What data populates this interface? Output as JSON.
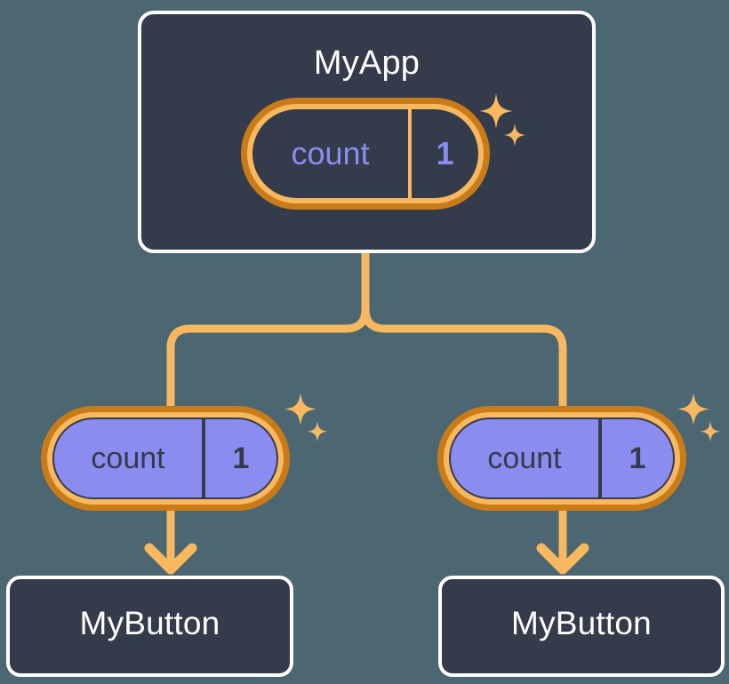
{
  "theme": {
    "background": "#4c6672",
    "box_fill": "#343c4b",
    "box_border": "#ffffff",
    "pill_outer_ring": "#c97b18",
    "pill_inner_ring": "#f7b860",
    "pill_violet_fill": "#8b8cf0",
    "accent_amber": "#f7b860",
    "text_light": "#ffffff",
    "text_periwinkle": "#8b8cf0",
    "text_dark": "#343c4b"
  },
  "diagram": {
    "type": "component-tree",
    "root": {
      "name": "root-component",
      "title": "MyApp",
      "state": {
        "key": "count",
        "value": "1",
        "style": "dark"
      },
      "sparkle": true
    },
    "children": [
      {
        "name": "child-component-left",
        "title": "MyButton",
        "state": {
          "key": "count",
          "value": "1",
          "style": "violet"
        },
        "sparkle": true
      },
      {
        "name": "child-component-right",
        "title": "MyButton",
        "state": {
          "key": "count",
          "value": "1",
          "style": "violet"
        },
        "sparkle": true
      }
    ],
    "edges": [
      {
        "name": "root-to-split",
        "kind": "branch"
      },
      {
        "name": "split-to-left-state",
        "kind": "branch"
      },
      {
        "name": "split-to-right-state",
        "kind": "branch"
      },
      {
        "name": "left-state-to-left-button",
        "kind": "arrow"
      },
      {
        "name": "right-state-to-right-button",
        "kind": "arrow"
      }
    ]
  }
}
